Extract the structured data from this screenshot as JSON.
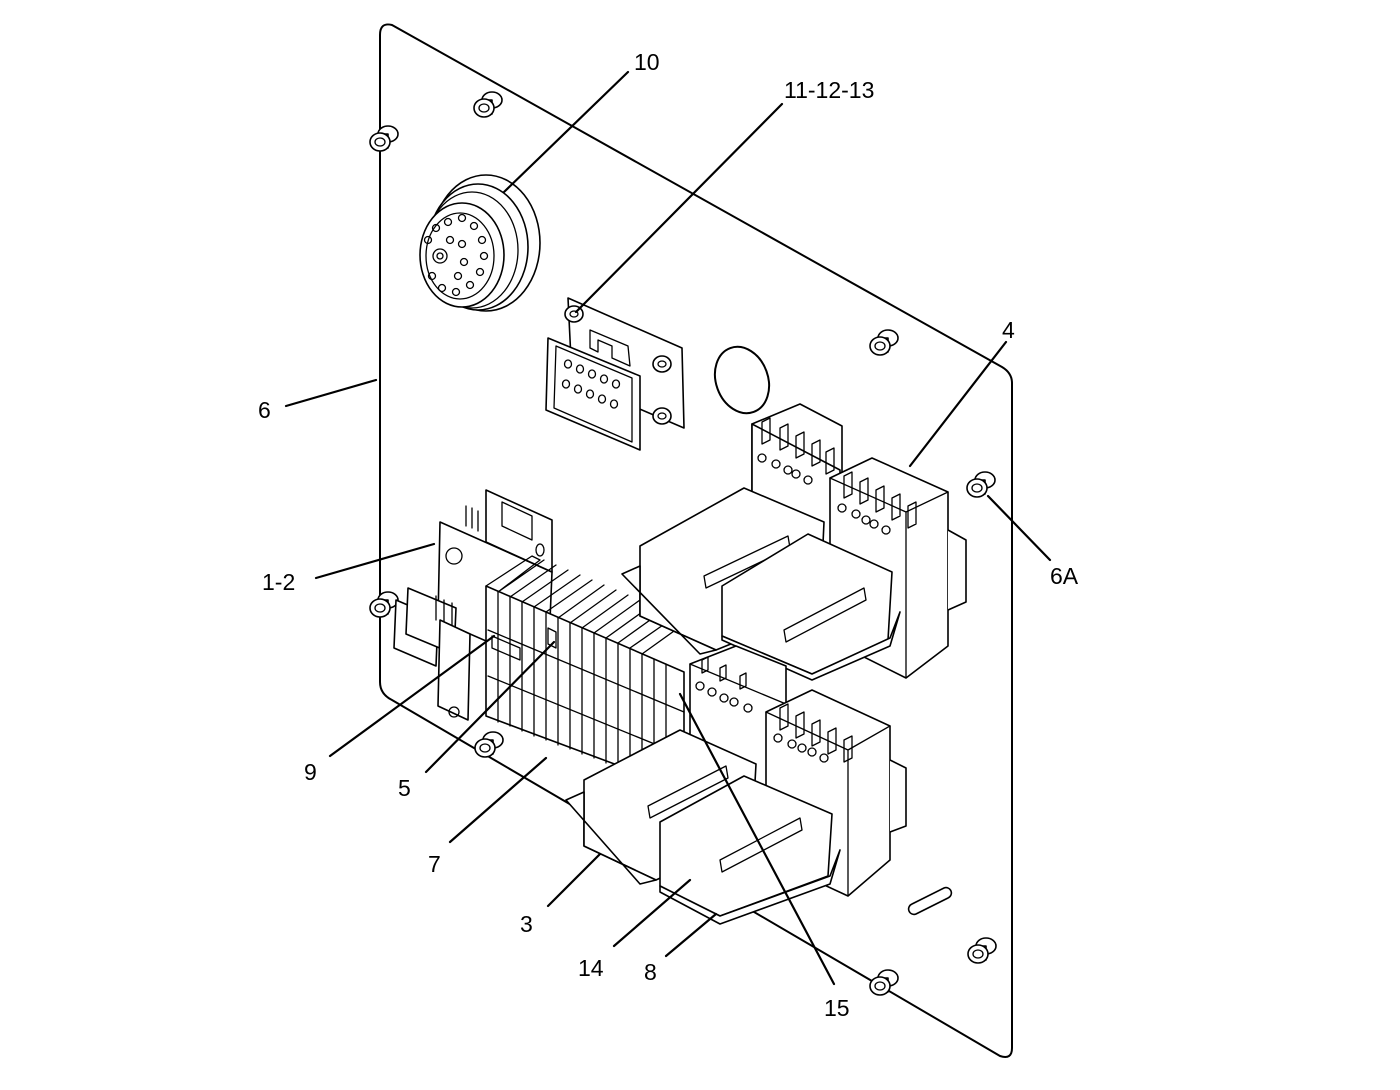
{
  "callouts": {
    "c10": "10",
    "c11_12_13": "11-12-13",
    "c4": "4",
    "c6": "6",
    "c6a": "6A",
    "c1_2": "1-2",
    "c9": "9",
    "c5": "5",
    "c7": "7",
    "c3": "3",
    "c14": "14",
    "c8": "8",
    "c15": "15"
  },
  "colors": {
    "line": "#000000",
    "background": "#ffffff"
  }
}
